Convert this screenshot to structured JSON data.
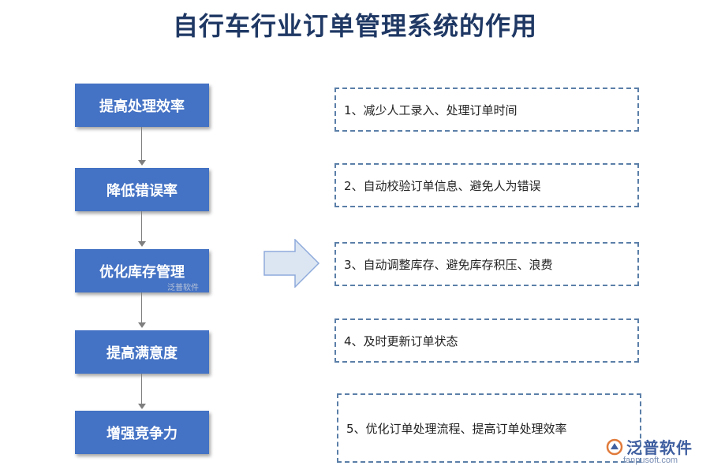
{
  "title": "自行车行业订单管理系统的作用",
  "flow_steps": [
    "提高处理效率",
    "降低错误率",
    "优化库存管理",
    "提高满意度",
    "增强竞争力"
  ],
  "details": [
    "1、减少人工录入、处理订单时间",
    "2、自动校验订单信息、避免人为错误",
    "3、自动调整库存、避免库存积压、浪费",
    "4、及时更新订单状态",
    "5、优化订单处理流程、提高订单处理效率"
  ],
  "watermark": {
    "inline_text": "泛普软件",
    "brand": "泛普软件",
    "url": "fanpusoft.com"
  },
  "colors": {
    "title": "#1f3864",
    "box_fill": "#4472c4",
    "dashed_border": "#5b7fa8",
    "connector": "#7f7f7f",
    "arrow_fill": "#dce6f2",
    "arrow_stroke": "#8eaadb"
  }
}
